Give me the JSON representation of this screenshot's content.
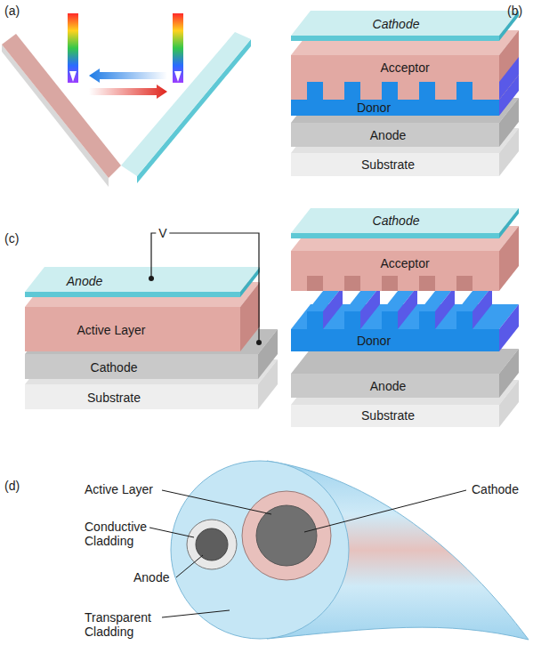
{
  "diagram": {
    "nodes": [
      {
        "text": [
          "Cathode"
        ]
      },
      {
        "text": [
          "Acceptor"
        ]
      },
      {
        "text": [
          "Donor"
        ]
      },
      {
        "text": [
          "Anode"
        ]
      },
      {
        "text": [
          "Substrate"
        ]
      },
      {
        "text": [
          "Anode"
        ]
      },
      {
        "text": [
          "Active Layer"
        ]
      },
      {
        "text": [
          "Cathode"
        ]
      },
      {
        "text": [
          "Substrate"
        ]
      },
      {
        "text": [
          "Cathode"
        ]
      },
      {
        "text": [
          "Acceptor"
        ]
      },
      {
        "text": [
          "Donor"
        ]
      },
      {
        "text": [
          "Anode"
        ]
      },
      {
        "text": [
          "Substrate"
        ]
      }
    ],
    "edges": [
      {
        "from": 5,
        "to": 7,
        "label": "V",
        "arrow": "none"
      }
    ],
    "labels": [
      "(a)",
      "(b)",
      "(c)",
      "(d)",
      "Active Layer",
      "Cathode",
      "Conductive Cladding",
      "Anode",
      "Transparent Cladding"
    ]
  }
}
